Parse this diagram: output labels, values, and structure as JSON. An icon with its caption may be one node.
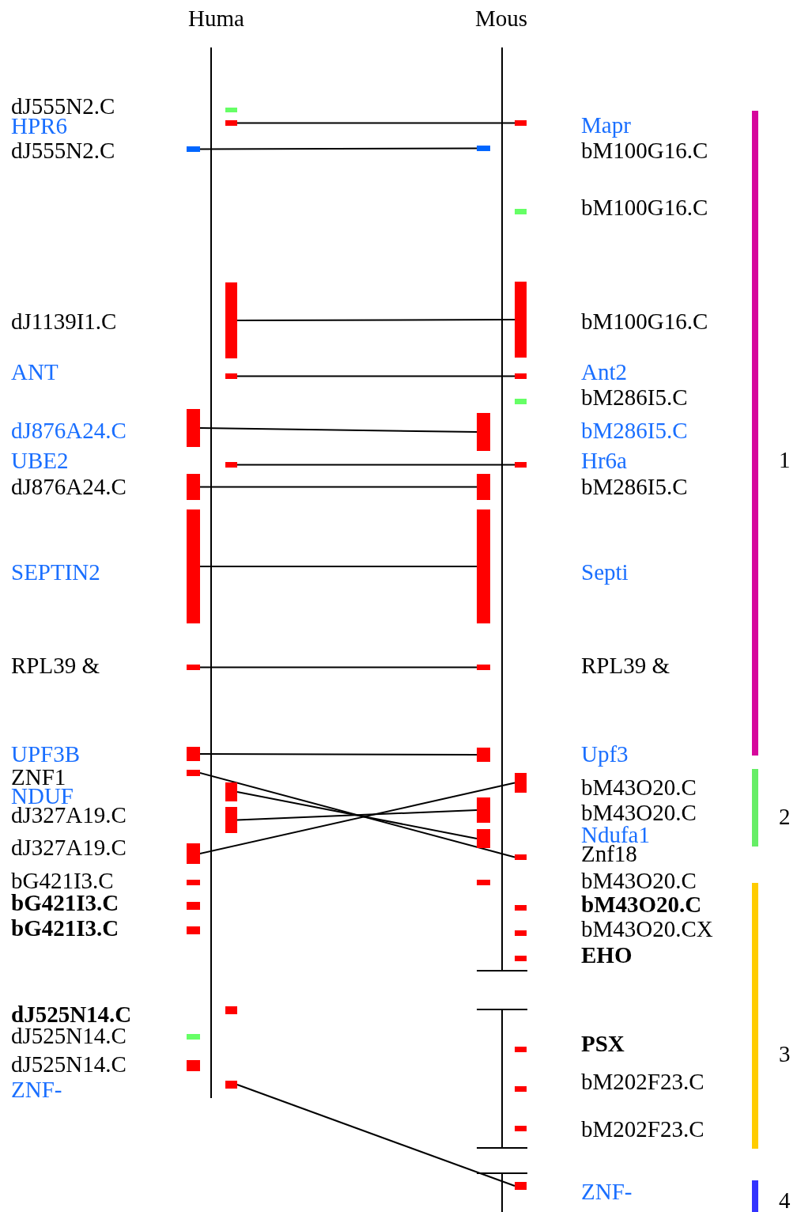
{
  "diagram": {
    "nodes": [
      {
        "text": [],
        "shape": "bar"
      },
      {
        "text": [],
        "shape": "bar"
      },
      {
        "text": [],
        "shape": "bar"
      },
      {
        "text": [],
        "shape": "bar"
      },
      {
        "text": [],
        "shape": "bar"
      },
      {
        "text": [],
        "shape": "bar"
      },
      {
        "text": [],
        "shape": "bar"
      },
      {
        "text": [],
        "shape": "bar"
      },
      {
        "text": [],
        "shape": "bar"
      },
      {
        "text": [],
        "shape": "bar"
      },
      {
        "text": [],
        "shape": "bar"
      },
      {
        "text": [],
        "shape": "bar"
      },
      {
        "text": [],
        "shape": "bar"
      },
      {
        "text": [],
        "shape": "bar"
      },
      {
        "text": [],
        "shape": "bar"
      },
      {
        "text": [],
        "shape": "bar"
      },
      {
        "text": [],
        "shape": "bar"
      },
      {
        "text": [],
        "shape": "bar"
      },
      {
        "text": [],
        "shape": "bar"
      },
      {
        "text": [],
        "shape": "bar"
      },
      {
        "text": [],
        "shape": "bar"
      },
      {
        "text": [],
        "shape": "bar"
      },
      {
        "text": [],
        "shape": "bar"
      },
      {
        "text": [],
        "shape": "bar"
      },
      {
        "text": [],
        "shape": "bar"
      },
      {
        "text": [],
        "shape": "bar"
      },
      {
        "text": [],
        "shape": "bar"
      },
      {
        "text": [],
        "shape": "bar"
      },
      {
        "text": [],
        "shape": "bar"
      },
      {
        "text": [],
        "shape": "bar"
      },
      {
        "text": [],
        "shape": "bar"
      },
      {
        "text": [],
        "shape": "bar"
      },
      {
        "text": [],
        "shape": "bar"
      },
      {
        "text": [],
        "shape": "bar"
      },
      {
        "text": [],
        "shape": "bar"
      },
      {
        "text": [],
        "shape": "bar"
      },
      {
        "text": [],
        "shape": "bar"
      },
      {
        "text": [],
        "shape": "bar"
      },
      {
        "text": [],
        "shape": "bar"
      },
      {
        "text": [],
        "shape": "bar"
      },
      {
        "text": [],
        "shape": "bar"
      },
      {
        "text": [],
        "shape": "bar"
      },
      {
        "text": [],
        "shape": "bar"
      },
      {
        "text": [],
        "shape": "bar"
      },
      {
        "text": [],
        "shape": "bar"
      },
      {
        "text": [],
        "shape": "bar"
      },
      {
        "text": [],
        "shape": "bar",
        "beside": [
          "1"
        ]
      },
      {
        "text": [],
        "shape": "bar",
        "beside": [
          "2"
        ]
      },
      {
        "text": [],
        "shape": "bar",
        "beside": [
          "3"
        ]
      },
      {
        "text": [],
        "shape": "bar",
        "beside": [
          "4"
        ]
      }
    ],
    "edges": [
      {
        "from": 1,
        "to": 22,
        "arrow": "none"
      },
      {
        "from": 2,
        "to": 23,
        "arrow": "none"
      },
      {
        "from": 3,
        "to": 25,
        "arrow": "none"
      },
      {
        "from": 4,
        "to": 26,
        "arrow": "none"
      },
      {
        "from": 5,
        "to": 28,
        "arrow": "none"
      },
      {
        "from": 6,
        "to": 29,
        "arrow": "none"
      },
      {
        "from": 7,
        "to": 30,
        "arrow": "none"
      },
      {
        "from": 8,
        "to": 31,
        "arrow": "none"
      },
      {
        "from": 9,
        "to": 32,
        "arrow": "none"
      },
      {
        "from": 10,
        "to": 33,
        "arrow": "none"
      },
      {
        "from": 11,
        "to": 37,
        "arrow": "none"
      },
      {
        "from": 12,
        "to": 36,
        "arrow": "none"
      },
      {
        "from": 13,
        "to": 35,
        "arrow": "none"
      },
      {
        "from": 14,
        "to": 34,
        "arrow": "none"
      },
      {
        "from": 21,
        "to": 45,
        "arrow": "none"
      }
    ],
    "labels": [
      "Huma",
      "Mous",
      "dJ555N2.C",
      "HPR6",
      "dJ555N2.C",
      "dJ1139I1.C",
      "ANT",
      "dJ876A24.C",
      "UBE2",
      "dJ876A24.C",
      "SEPTIN2",
      "RPL39 &",
      "UPF3B",
      "ZNF1",
      "NDUF",
      "dJ327A19.C",
      "dJ327A19.C",
      "bG421I3.C",
      "bG421I3.C",
      "bG421I3.C",
      "dJ525N14.C",
      "dJ525N14.C",
      "dJ525N14.C",
      "ZNF-",
      "Mapr",
      "bM100G16.C",
      "bM100G16.C",
      "bM100G16.C",
      "Ant2",
      "bM286I5.C",
      "bM286I5.C",
      "Hr6a",
      "bM286I5.C",
      "Septi",
      "RPL39 &",
      "Upf3",
      "bM43O20.C",
      "bM43O20.C",
      "Ndufa1",
      "Znf18",
      "bM43O20.C",
      "bM43O20.C",
      "bM43O20.CX",
      "EHO",
      "PSX",
      "bM202F23.C",
      "bM202F23.C",
      "ZNF-"
    ]
  }
}
